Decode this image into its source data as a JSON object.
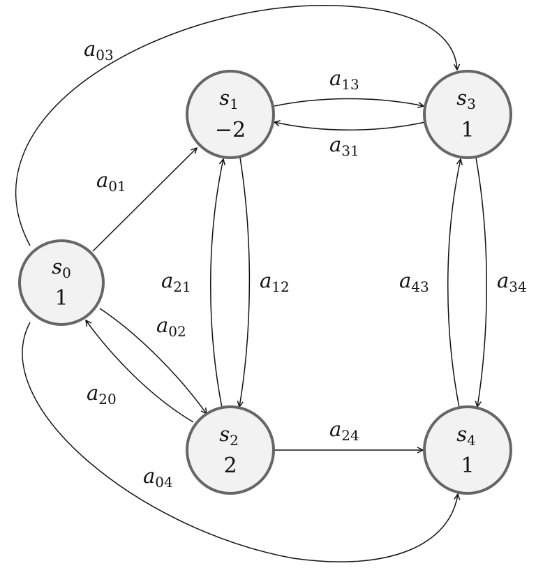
{
  "nodes": [
    {
      "id": "s0",
      "name": "s",
      "sub": "0",
      "value": "1"
    },
    {
      "id": "s1",
      "name": "s",
      "sub": "1",
      "value": "−2"
    },
    {
      "id": "s2",
      "name": "s",
      "sub": "2",
      "value": "2"
    },
    {
      "id": "s3",
      "name": "s",
      "sub": "3",
      "value": "1"
    },
    {
      "id": "s4",
      "name": "s",
      "sub": "4",
      "value": "1"
    }
  ],
  "edges": [
    {
      "id": "e01",
      "name": "a",
      "sub": "01"
    },
    {
      "id": "e03",
      "name": "a",
      "sub": "03"
    },
    {
      "id": "e04",
      "name": "a",
      "sub": "04"
    },
    {
      "id": "e02",
      "name": "a",
      "sub": "02"
    },
    {
      "id": "e20",
      "name": "a",
      "sub": "20"
    },
    {
      "id": "e13",
      "name": "a",
      "sub": "13"
    },
    {
      "id": "e31",
      "name": "a",
      "sub": "31"
    },
    {
      "id": "e12",
      "name": "a",
      "sub": "12"
    },
    {
      "id": "e21",
      "name": "a",
      "sub": "21"
    },
    {
      "id": "e24",
      "name": "a",
      "sub": "24"
    },
    {
      "id": "e34",
      "name": "a",
      "sub": "34"
    },
    {
      "id": "e43",
      "name": "a",
      "sub": "43"
    }
  ]
}
